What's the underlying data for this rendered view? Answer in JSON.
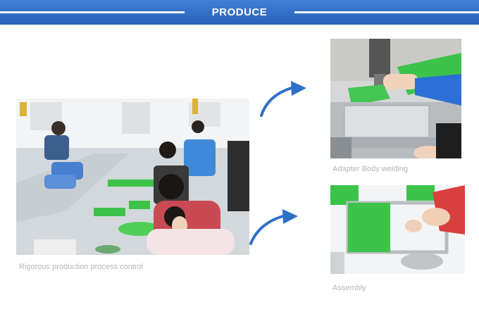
{
  "banner": {
    "title": "PRODUCE"
  },
  "photos": {
    "workshop": {
      "caption": "Rigorous production process control"
    },
    "welding": {
      "caption": "Adapter Body welding"
    },
    "assembly": {
      "caption": "Assembly"
    }
  },
  "icons": {
    "arrow": "curved-arrow-icon"
  },
  "colors": {
    "banner": "#2f6fc6",
    "arrow": "#2f6fc6",
    "caption": "#b5b5b5",
    "product_green": "#3cc34a"
  }
}
